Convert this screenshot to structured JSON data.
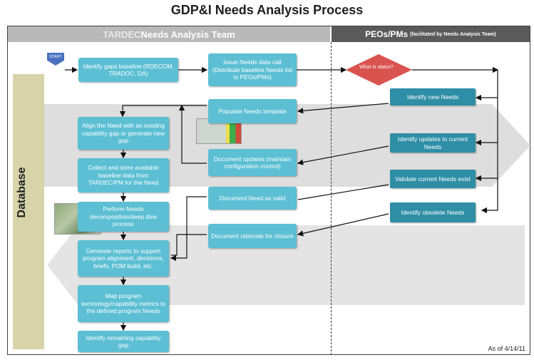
{
  "title": "GDP&I Needs Analysis Process",
  "lanes": {
    "left": {
      "name_prefix": "TARDEC",
      "name_rest": " Needs Analysis Team"
    },
    "right": {
      "name": "PEOs/PMs",
      "note": "(facilitated by Needs Analysis Team)"
    }
  },
  "database_label": "Database",
  "start_label": "START",
  "decision_label": "What is status?",
  "as_of": "As of 4/14/11",
  "boxes": {
    "identify_gaps": "Identify gaps baseline (RDECOM, TRADOC, DA)",
    "issue_data_call": "Issue Needs data call (Distribute baseline Needs list to PEOs/PMs)",
    "populate_template": "Populate Needs template",
    "align_need": "Align the Need with an existing capability gap or generate new gap",
    "document_updates": "Document updates (maintain configuration control)",
    "collect_store": "Collect and store available baseline data from TARDEC/PM for the Need",
    "document_need_valid": "Document Need as valid",
    "perform_decomposition": "Perform Needs decomposition/deep dive process",
    "document_rationale": "Document rationale for closure",
    "generate_reports": "Generate reports to support program alignment, decisions, briefs, POM build, etc.",
    "map_program": "Map program technology/capability metrics to the defined program Needs",
    "identify_remaining": "Identify remaining capability gap",
    "identify_new_needs": "Identify new Needs",
    "identify_updates": "Identify updates to current Needs",
    "validate_current": "Validate current Needs exist",
    "identify_obsolete": "Identify obsolete Needs"
  },
  "colors": {
    "box_light": "#5cbfd4",
    "box_dark": "#2e8ea6",
    "decision": "#d9534f",
    "start": "#4a70c0",
    "database_band": "#d7d4aa",
    "header_left": "#b9b9b9",
    "header_right": "#5a5a5a"
  }
}
